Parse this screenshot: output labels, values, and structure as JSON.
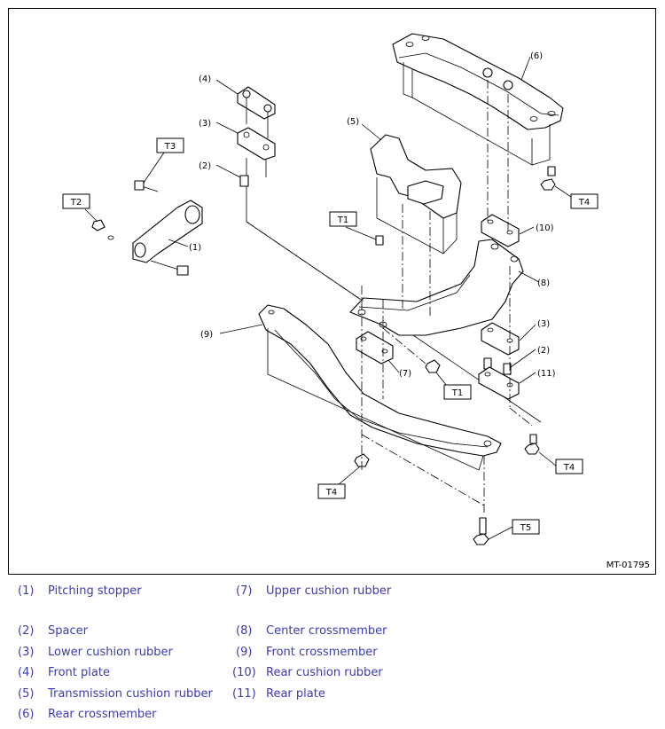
{
  "figure": {
    "id": "MT-01795",
    "callouts": {
      "t1a": "T1",
      "t1b": "T1",
      "t2": "T2",
      "t3": "T3",
      "t4a": "T4",
      "t4b": "T4",
      "t4c": "T4",
      "t5": "T5"
    },
    "labels": {
      "p1": "(1)",
      "p2a": "(2)",
      "p2b": "(2)",
      "p3a": "(3)",
      "p3b": "(3)",
      "p4": "(4)",
      "p5": "(5)",
      "p6": "(6)",
      "p7": "(7)",
      "p8": "(8)",
      "p9": "(9)",
      "p10": "(10)",
      "p11": "(11)"
    }
  },
  "legend": [
    {
      "num": "(1)",
      "text": "Pitching stopper"
    },
    {
      "num": "(2)",
      "text": "Spacer"
    },
    {
      "num": "(3)",
      "text": "Lower cushion rubber"
    },
    {
      "num": "(4)",
      "text": "Front plate"
    },
    {
      "num": "(5)",
      "text": "Transmission cushion rubber"
    },
    {
      "num": "(6)",
      "text": "Rear crossmember"
    },
    {
      "num": "(7)",
      "text": "Upper cushion rubber"
    },
    {
      "num": "(8)",
      "text": "Center crossmember"
    },
    {
      "num": "(9)",
      "text": "Front crossmember"
    },
    {
      "num": "(10)",
      "text": "Rear cushion rubber"
    },
    {
      "num": "(11)",
      "text": "Rear plate"
    }
  ]
}
